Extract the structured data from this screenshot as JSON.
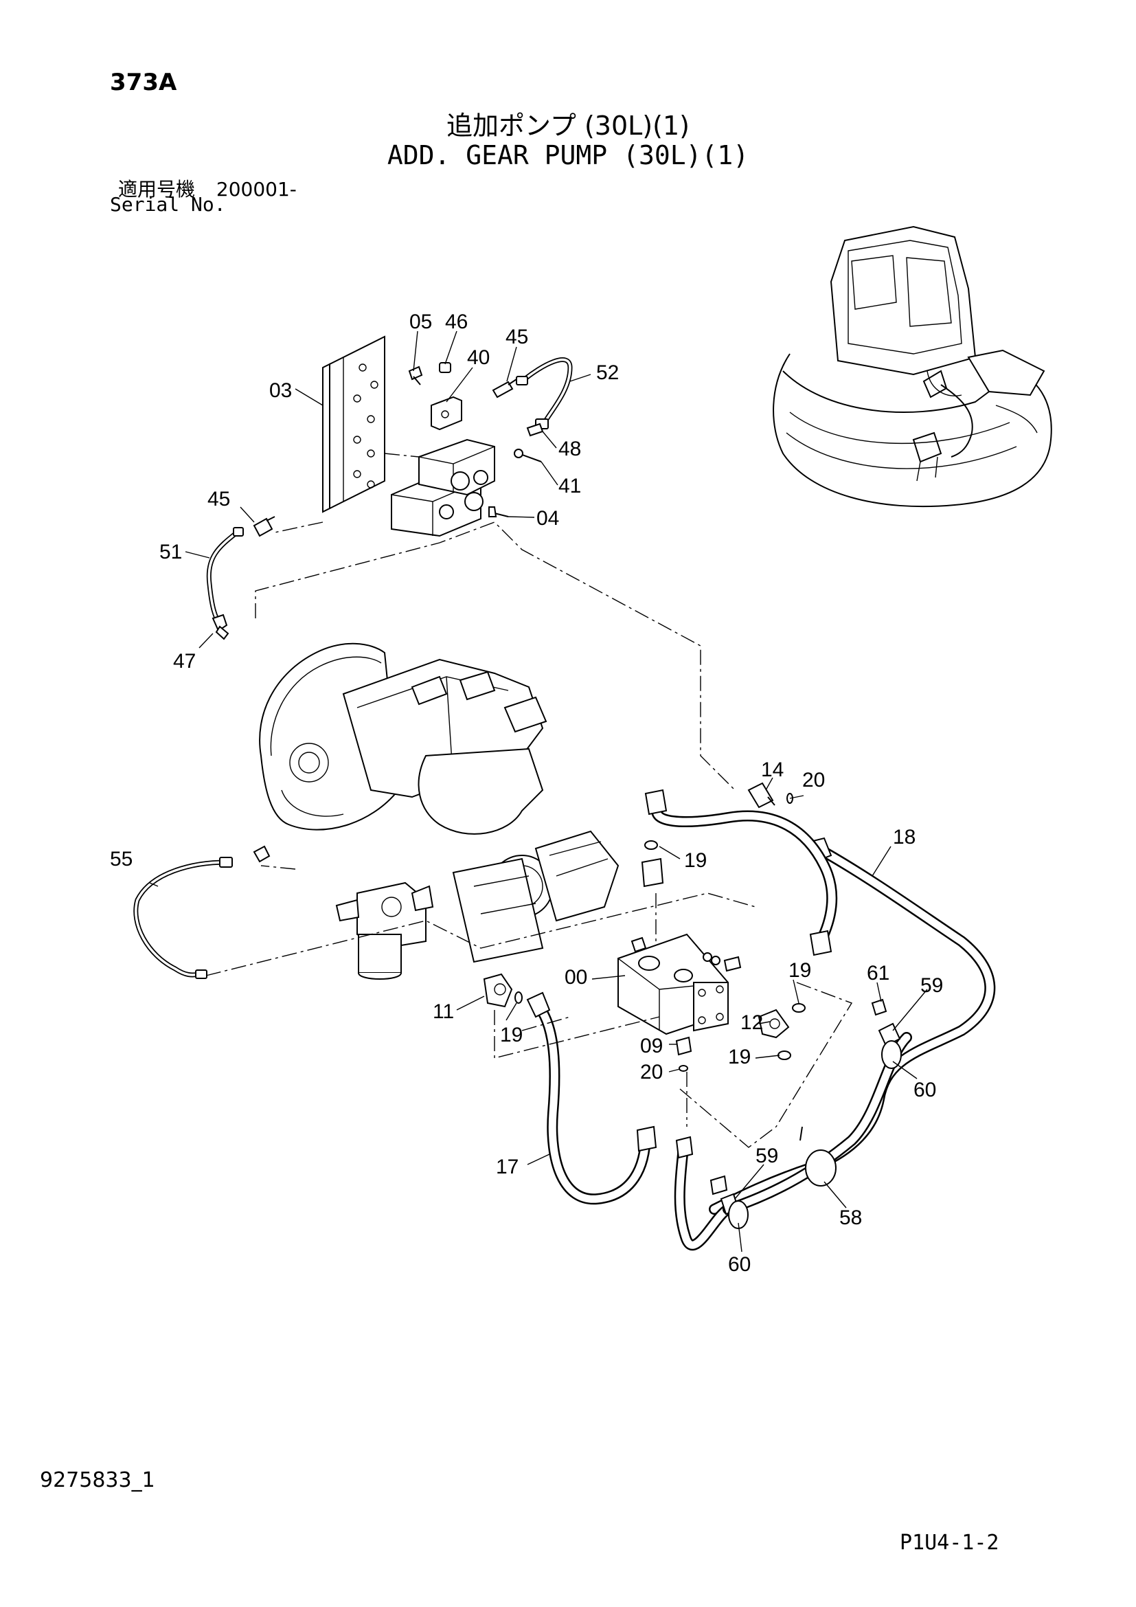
{
  "header": {
    "code": "373A",
    "title_jp": "追加ポンプ (30L)(1)",
    "title_en": "ADD. GEAR PUMP (30L)(1)",
    "serial_label_jp": "適用号機",
    "serial_range": "200001-",
    "serial_label_en": "Serial No."
  },
  "callouts": {
    "c05": "05",
    "c46": "46",
    "c45a": "45",
    "c40": "40",
    "c52": "52",
    "c03": "03",
    "c48": "48",
    "c41": "41",
    "c04": "04",
    "c45b": "45",
    "c51": "51",
    "c47": "47",
    "c14": "14",
    "c20a": "20",
    "c18": "18",
    "c19a": "19",
    "c55": "55",
    "c00": "00",
    "c19b": "19",
    "c61": "61",
    "c59a": "59",
    "c11": "11",
    "c19c": "19",
    "c12": "12",
    "c09": "09",
    "c19d": "19",
    "c20b": "20",
    "c60a": "60",
    "c17": "17",
    "c59b": "59",
    "c58": "58",
    "c60b": "60"
  },
  "footer": {
    "doc_number": "9275833_1",
    "page_ref": "P1U4-1-2"
  }
}
